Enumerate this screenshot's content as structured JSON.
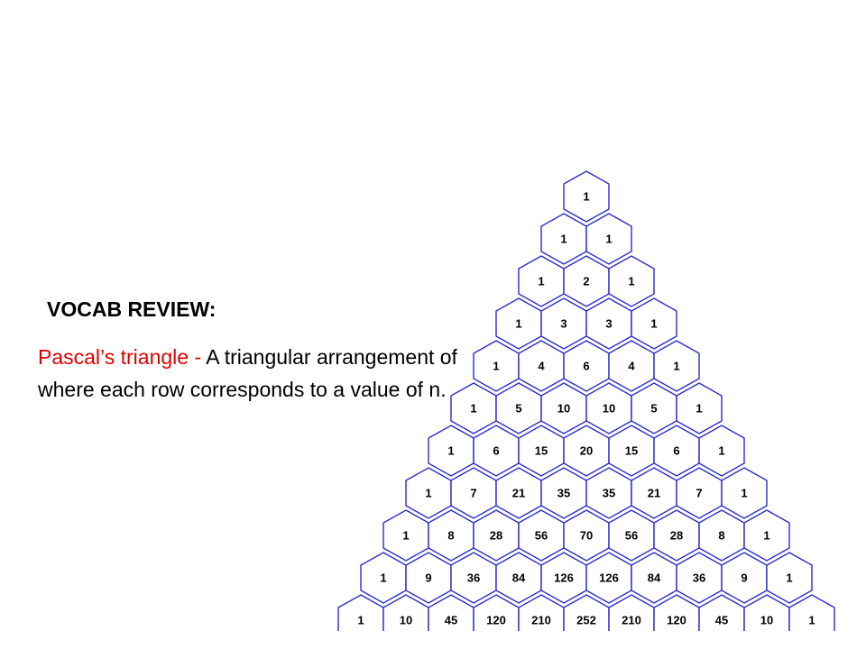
{
  "slide": {
    "heading": "VOCAB REVIEW:",
    "definition": {
      "term": "Pascal’s triangle - ",
      "text": "A triangular arrangement of where each row corresponds to a value of n."
    }
  },
  "triangle": {
    "rows": [
      [
        "1"
      ],
      [
        "1",
        "1"
      ],
      [
        "1",
        "2",
        "1"
      ],
      [
        "1",
        "3",
        "3",
        "1"
      ],
      [
        "1",
        "4",
        "6",
        "4",
        "1"
      ],
      [
        "1",
        "5",
        "10",
        "10",
        "5",
        "1"
      ],
      [
        "1",
        "6",
        "15",
        "20",
        "15",
        "6",
        "1"
      ],
      [
        "1",
        "7",
        "21",
        "35",
        "35",
        "21",
        "7",
        "1"
      ],
      [
        "1",
        "8",
        "28",
        "56",
        "70",
        "56",
        "28",
        "8",
        "1"
      ],
      [
        "1",
        "9",
        "36",
        "84",
        "126",
        "126",
        "84",
        "36",
        "9",
        "1"
      ],
      [
        "1",
        "10",
        "45",
        "120",
        "210",
        "252",
        "210",
        "120",
        "45",
        "10",
        "1"
      ]
    ],
    "colors": {
      "outline": "#2a2acc",
      "term": "#e00000"
    }
  }
}
